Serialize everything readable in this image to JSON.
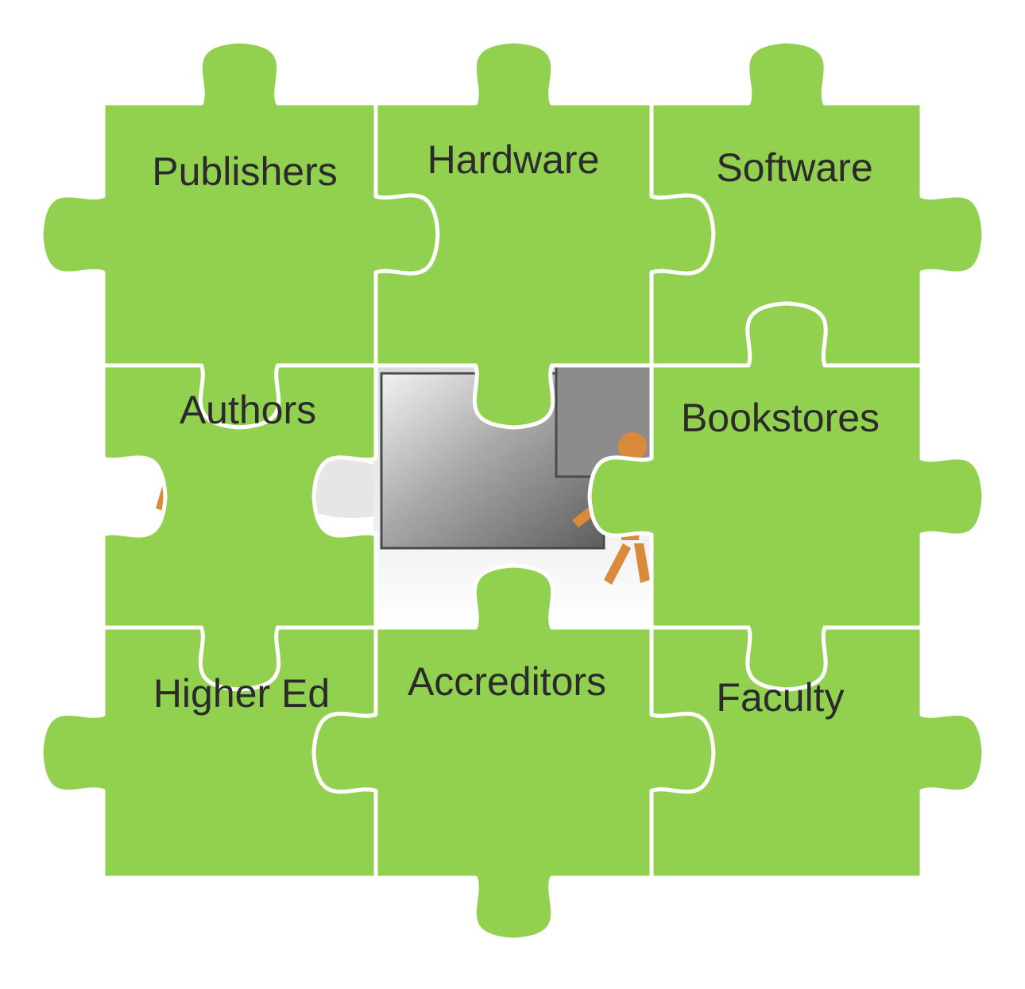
{
  "puzzle": {
    "pieces": [
      {
        "id": "publishers",
        "label": "Publishers"
      },
      {
        "id": "hardware",
        "label": "Hardware"
      },
      {
        "id": "software",
        "label": "Software"
      },
      {
        "id": "authors",
        "label": "Authors"
      },
      {
        "id": "center",
        "label": ""
      },
      {
        "id": "bookstores",
        "label": "Bookstores"
      },
      {
        "id": "higher-ed",
        "label": "Higher Ed"
      },
      {
        "id": "accreditors",
        "label": "Accreditors"
      },
      {
        "id": "faculty",
        "label": "Faculty"
      }
    ],
    "missing_piece": "center",
    "center_image": "wooden-figures-assembling-metal-puzzle",
    "colors": {
      "piece_fill": "#92d050",
      "seam": "#ffffff",
      "text": "#2b2b2b",
      "metal_light": "#d7d7d7",
      "metal_dark": "#6e6e6e",
      "figure": "#d98a3a"
    }
  }
}
